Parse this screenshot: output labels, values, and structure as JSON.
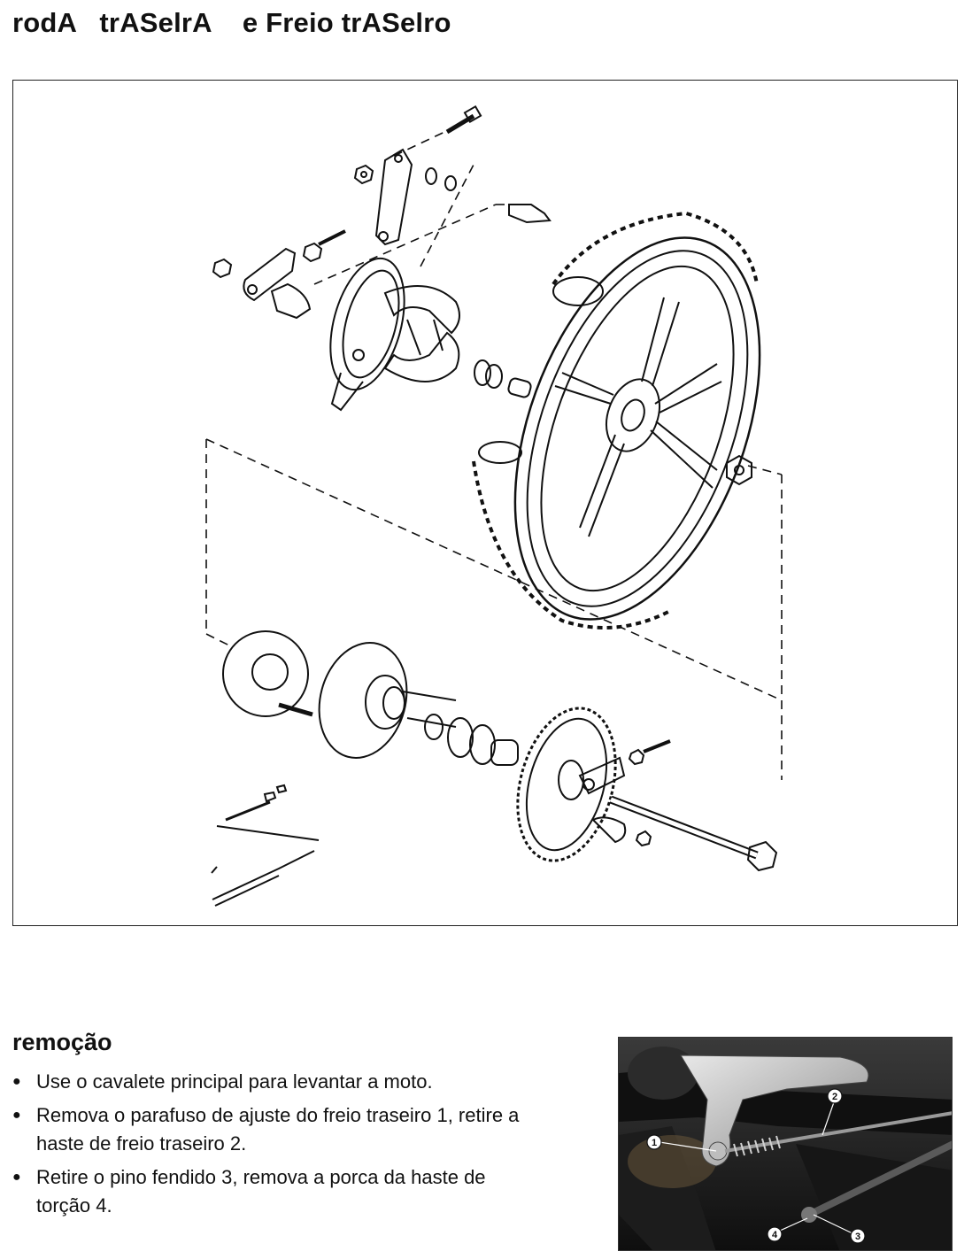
{
  "title": "rodA   trASelrA    e Freio trASelro",
  "section": {
    "title": "remoção",
    "steps": [
      "Use o cavalete principal para levantar a moto.",
      "Remova o parafuso de ajuste do freio traseiro 1, retire a haste de freio traseiro 2.",
      "Retire o pino fendido 3, remova a porca da haste de torção 4."
    ]
  },
  "bullet_glyph": "●",
  "photo_callouts": [
    "1",
    "2",
    "3",
    "4"
  ]
}
